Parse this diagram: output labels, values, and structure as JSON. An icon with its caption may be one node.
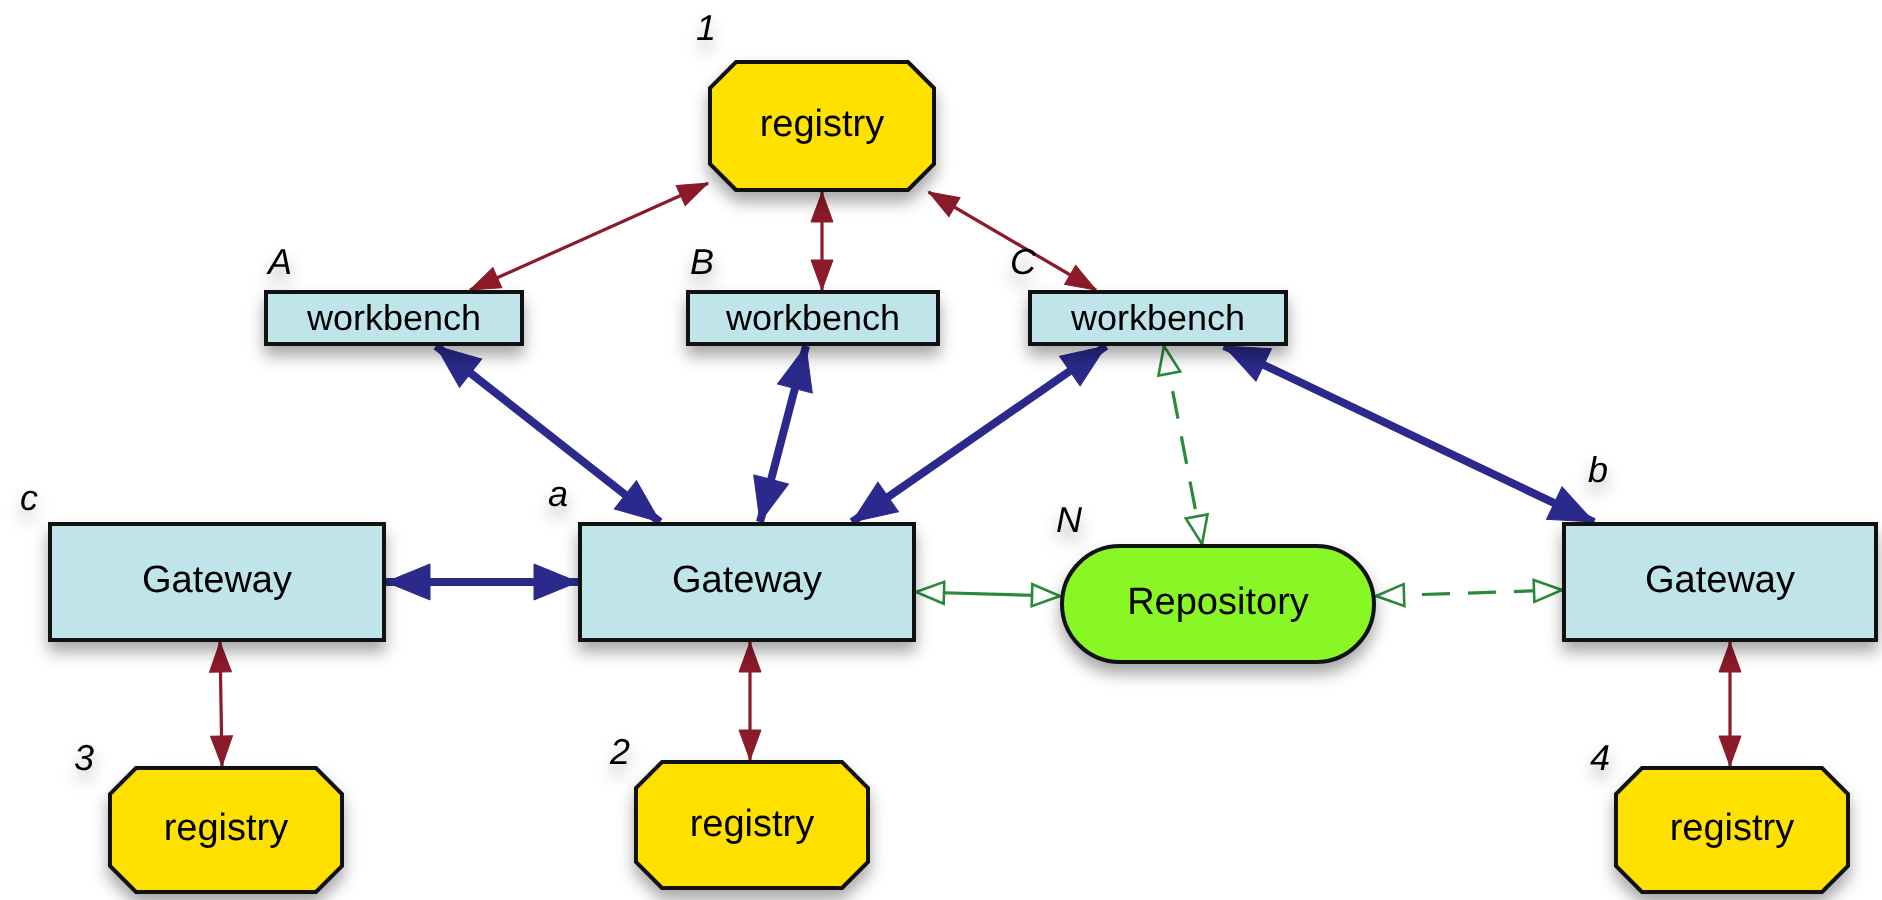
{
  "diagram": {
    "nodes": [
      {
        "text": [
          "registry"
        ],
        "beside": [
          "1"
        ]
      },
      {
        "text": [
          "workbench"
        ],
        "beside": [
          "A"
        ]
      },
      {
        "text": [
          "workbench"
        ],
        "beside": [
          "B"
        ]
      },
      {
        "text": [
          "workbench"
        ],
        "beside": [
          "C"
        ]
      },
      {
        "text": [
          "Gateway"
        ],
        "beside": [
          "c"
        ]
      },
      {
        "text": [
          "Gateway"
        ],
        "beside": [
          "a"
        ]
      },
      {
        "text": [
          "Repository"
        ],
        "beside": [
          "N"
        ]
      },
      {
        "text": [
          "Gateway"
        ],
        "beside": [
          "b"
        ]
      },
      {
        "text": [
          "registry"
        ],
        "beside": [
          "3"
        ]
      },
      {
        "text": [
          "registry"
        ],
        "beside": [
          "2"
        ]
      },
      {
        "text": [
          "registry"
        ],
        "beside": [
          "4"
        ]
      }
    ],
    "edges": [
      {
        "from": 0,
        "to": 1,
        "arrow": "both"
      },
      {
        "from": 0,
        "to": 2,
        "arrow": "both"
      },
      {
        "from": 0,
        "to": 3,
        "arrow": "both"
      },
      {
        "from": 1,
        "to": 5,
        "arrow": "both",
        "style": "thick",
        "color": "#2b2a8c"
      },
      {
        "from": 2,
        "to": 5,
        "arrow": "both",
        "style": "thick",
        "color": "#2b2a8c"
      },
      {
        "from": 3,
        "to": 5,
        "arrow": "both",
        "style": "thick",
        "color": "#2b2a8c"
      },
      {
        "from": 4,
        "to": 5,
        "arrow": "both",
        "style": "thick",
        "color": "#2b2a8c"
      },
      {
        "from": 3,
        "to": 7,
        "arrow": "both",
        "style": "thick",
        "color": "#2b2a8c"
      },
      {
        "from": 5,
        "to": 6,
        "arrow": "both",
        "color": "#2a8a3a"
      },
      {
        "from": 3,
        "to": 6,
        "arrow": "both",
        "style": "dashed",
        "color": "#2a8a3a"
      },
      {
        "from": 6,
        "to": 7,
        "arrow": "both",
        "style": "dashed",
        "color": "#2a8a3a"
      },
      {
        "from": 4,
        "to": 8,
        "arrow": "both"
      },
      {
        "from": 5,
        "to": 9,
        "arrow": "both"
      },
      {
        "from": 7,
        "to": 10,
        "arrow": "both"
      }
    ]
  }
}
